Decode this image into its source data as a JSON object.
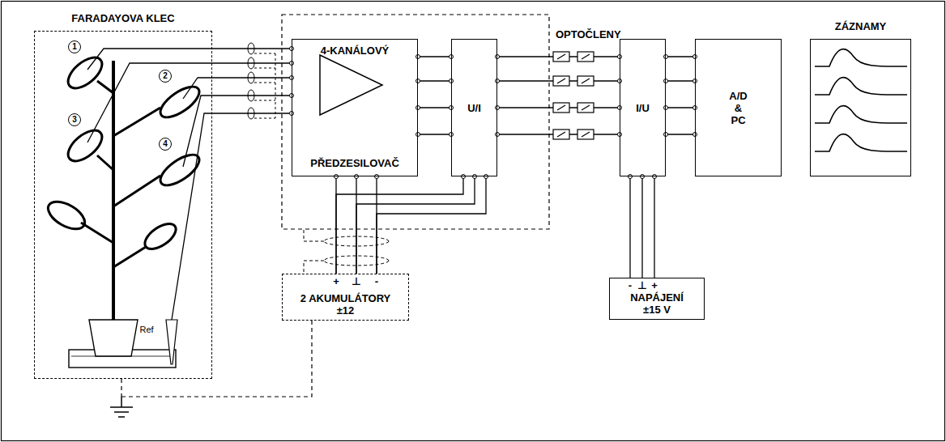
{
  "diagram": {
    "nodes": [
      {
        "text": [
          "FARADAYOVA KLEC"
        ]
      },
      {
        "text": [
          "4-KANÁLOVÝ",
          "PŘEDZESILOVAČ"
        ]
      },
      {
        "text": [
          "U/I"
        ]
      },
      {
        "text": [
          "I/U"
        ]
      },
      {
        "text": [
          "A/D & PC"
        ]
      },
      {
        "text": [
          "ZÁZNAMY"
        ]
      },
      {
        "text": [
          "2 AKUMULÁTORY ±12"
        ]
      },
      {
        "text": [
          "NAPÁJENÍ ±15 V"
        ]
      }
    ],
    "edges": [
      {
        "from": 0,
        "to": 1,
        "arrow": "none"
      },
      {
        "from": 0,
        "to": 1,
        "arrow": "none"
      },
      {
        "from": 0,
        "to": 1,
        "arrow": "none"
      },
      {
        "from": 0,
        "to": 1,
        "arrow": "none"
      },
      {
        "from": 0,
        "to": 1,
        "arrow": "none"
      },
      {
        "from": 1,
        "to": 2,
        "arrow": "none"
      },
      {
        "from": 1,
        "to": 2,
        "arrow": "none"
      },
      {
        "from": 1,
        "to": 2,
        "arrow": "none"
      },
      {
        "from": 1,
        "to": 2,
        "arrow": "none"
      },
      {
        "from": 2,
        "to": 3,
        "arrow": "none"
      },
      {
        "from": 2,
        "to": 3,
        "arrow": "none"
      },
      {
        "from": 2,
        "to": 3,
        "arrow": "none"
      },
      {
        "from": 2,
        "to": 3,
        "arrow": "none"
      },
      {
        "from": 3,
        "to": 4,
        "arrow": "none"
      },
      {
        "from": 3,
        "to": 4,
        "arrow": "none"
      },
      {
        "from": 3,
        "to": 4,
        "arrow": "none"
      },
      {
        "from": 3,
        "to": 4,
        "arrow": "none"
      },
      {
        "from": 6,
        "to": 1,
        "arrow": "none"
      },
      {
        "from": 6,
        "to": 1,
        "arrow": "none"
      },
      {
        "from": 6,
        "to": 1,
        "arrow": "none"
      },
      {
        "from": 6,
        "to": 2,
        "arrow": "none"
      },
      {
        "from": 6,
        "to": 2,
        "arrow": "none"
      },
      {
        "from": 6,
        "to": 2,
        "arrow": "none"
      },
      {
        "from": 7,
        "to": 3,
        "arrow": "none"
      },
      {
        "from": 7,
        "to": 3,
        "arrow": "none"
      },
      {
        "from": 7,
        "to": 3,
        "arrow": "none"
      }
    ],
    "labels": [
      "1",
      "2",
      "3",
      "4",
      "Ref",
      "OPTOČLENY",
      "+",
      "⊥",
      "-",
      "-",
      "⊥",
      "+"
    ]
  }
}
